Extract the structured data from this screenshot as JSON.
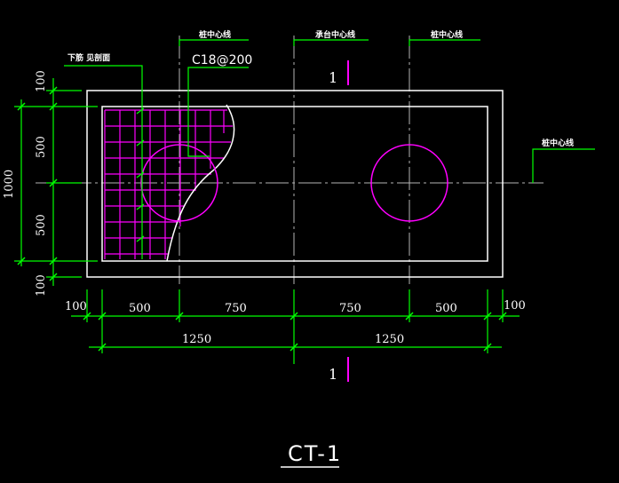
{
  "title": "CT-1",
  "section_mark": "1",
  "labels": {
    "pile_center_left": "桩中心线",
    "cap_center": "承台中心线",
    "pile_center_right": "桩中心线",
    "pile_center_side": "桩中心线",
    "bottom_rebar_note": "下筋  见剖面",
    "rebar_spec": "C18@200"
  },
  "dims_bottom_row1": [
    "100",
    "500",
    "750",
    "750",
    "500",
    "100"
  ],
  "dims_bottom_row2": [
    "1250",
    "1250"
  ],
  "dims_left_inner": [
    "100",
    "500",
    "500",
    "100"
  ],
  "dims_left_total": "1000",
  "colors": {
    "line": "#ffffff",
    "dimension": "#00ff00",
    "rebar": "#ff00ff",
    "pile": "#ff00ff",
    "text": "#ffffff"
  }
}
